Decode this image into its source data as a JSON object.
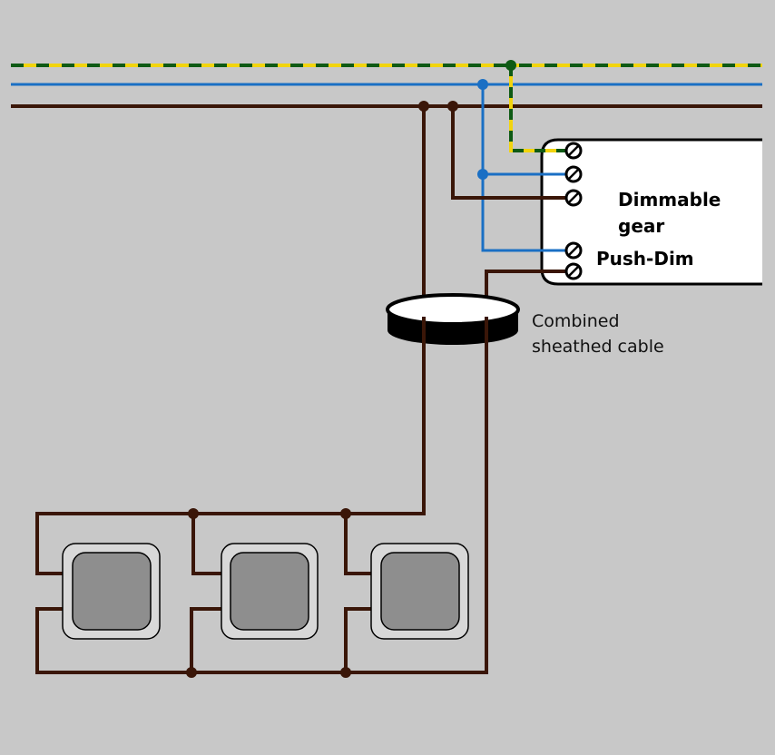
{
  "gear": {
    "title_line1": "Dimmable",
    "title_line2": "gear",
    "push_dim_label": "Push-Dim"
  },
  "cable": {
    "label_line1": "Combined",
    "label_line2": "sheathed cable"
  },
  "colors": {
    "background": "#c8c8c8",
    "live": "#3a1608",
    "neutral": "#1a6fc4",
    "earth_green": "#0e5a14",
    "earth_yellow": "#f2d40e",
    "gear_fill": "#ffffff",
    "button_outer": "#d8d8d8",
    "button_inner": "#8e8e8e"
  },
  "buttons": [
    {
      "name": "push-button-1"
    },
    {
      "name": "push-button-2"
    },
    {
      "name": "push-button-3"
    }
  ]
}
